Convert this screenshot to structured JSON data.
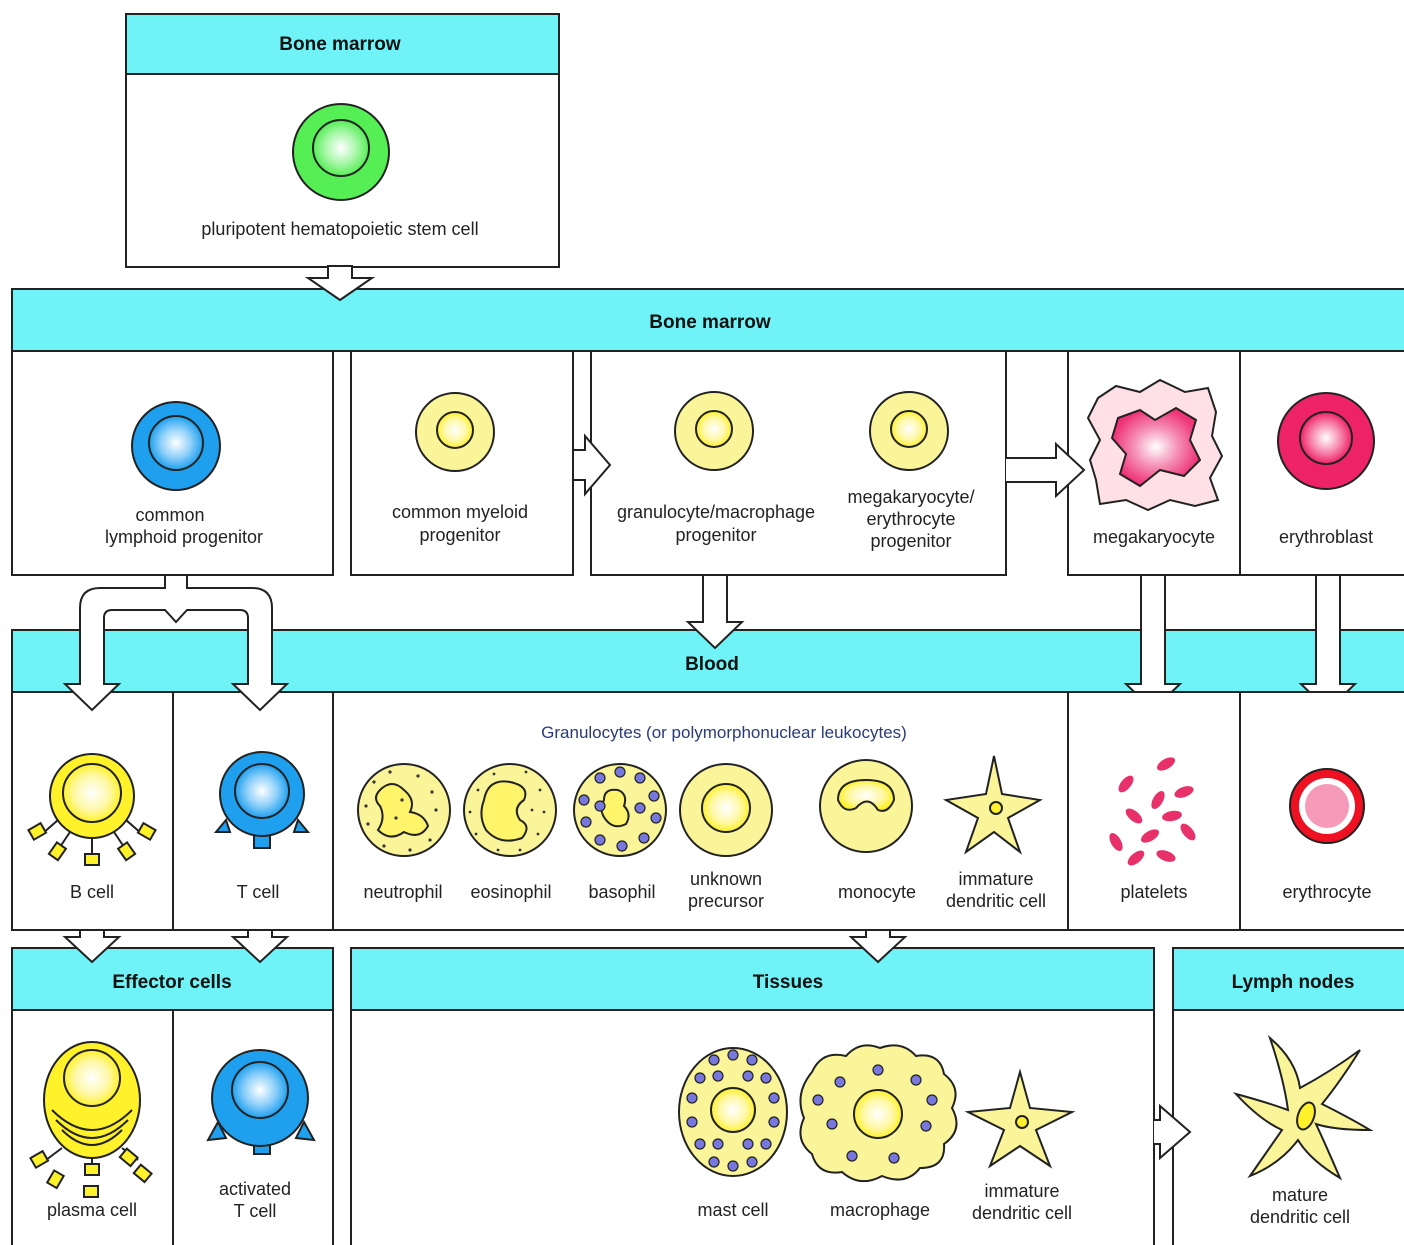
{
  "colors": {
    "band": "#6ff3f6",
    "stem": "#55ee55",
    "lymphoid": "#1ea0ee",
    "myeloid": "#fbf59a",
    "b_cell": "#fff12a",
    "megakaryocyte_outer": "#ffe0e6",
    "megakaryocyte_inner": "#ee3377",
    "erythroblast": "#ee2266",
    "erythrocyte": "#ee1122",
    "granule": "#7777dd",
    "platelet": "#e8306a"
  },
  "sections": {
    "stem_header": "Bone marrow",
    "progenitor_header": "Bone marrow",
    "blood_header": "Blood",
    "effector_header": "Effector cells",
    "tissues_header": "Tissues",
    "lymph_header": "Lymph nodes"
  },
  "cells": {
    "stem": "pluripotent hematopoietic stem cell",
    "lymphoid_1": "common",
    "lymphoid_2": "lymphoid progenitor",
    "myeloid_1": "common myeloid",
    "myeloid_2": "progenitor",
    "gm_1": "granulocyte/macrophage",
    "gm_2": "progenitor",
    "me_1": "megakaryocyte/",
    "me_2": "erythrocyte",
    "me_3": "progenitor",
    "megakaryocyte": "megakaryocyte",
    "erythroblast": "erythroblast",
    "granulocytes_caption": "Granulocytes (or polymorphonuclear leukocytes)",
    "b_cell": "B cell",
    "t_cell": "T cell",
    "neutrophil": "neutrophil",
    "eosinophil": "eosinophil",
    "basophil": "basophil",
    "unknown_1": "unknown",
    "unknown_2": "precursor",
    "monocyte": "monocyte",
    "idc_1": "immature",
    "idc_2": "dendritic cell",
    "platelets": "platelets",
    "erythrocyte": "erythrocyte",
    "plasma_cell": "plasma cell",
    "activated_1": "activated",
    "activated_2": "T cell",
    "mast_cell": "mast cell",
    "macrophage": "macrophage",
    "tidc_1": "immature",
    "tidc_2": "dendritic cell",
    "mdc_1": "mature",
    "mdc_2": "dendritic cell"
  }
}
